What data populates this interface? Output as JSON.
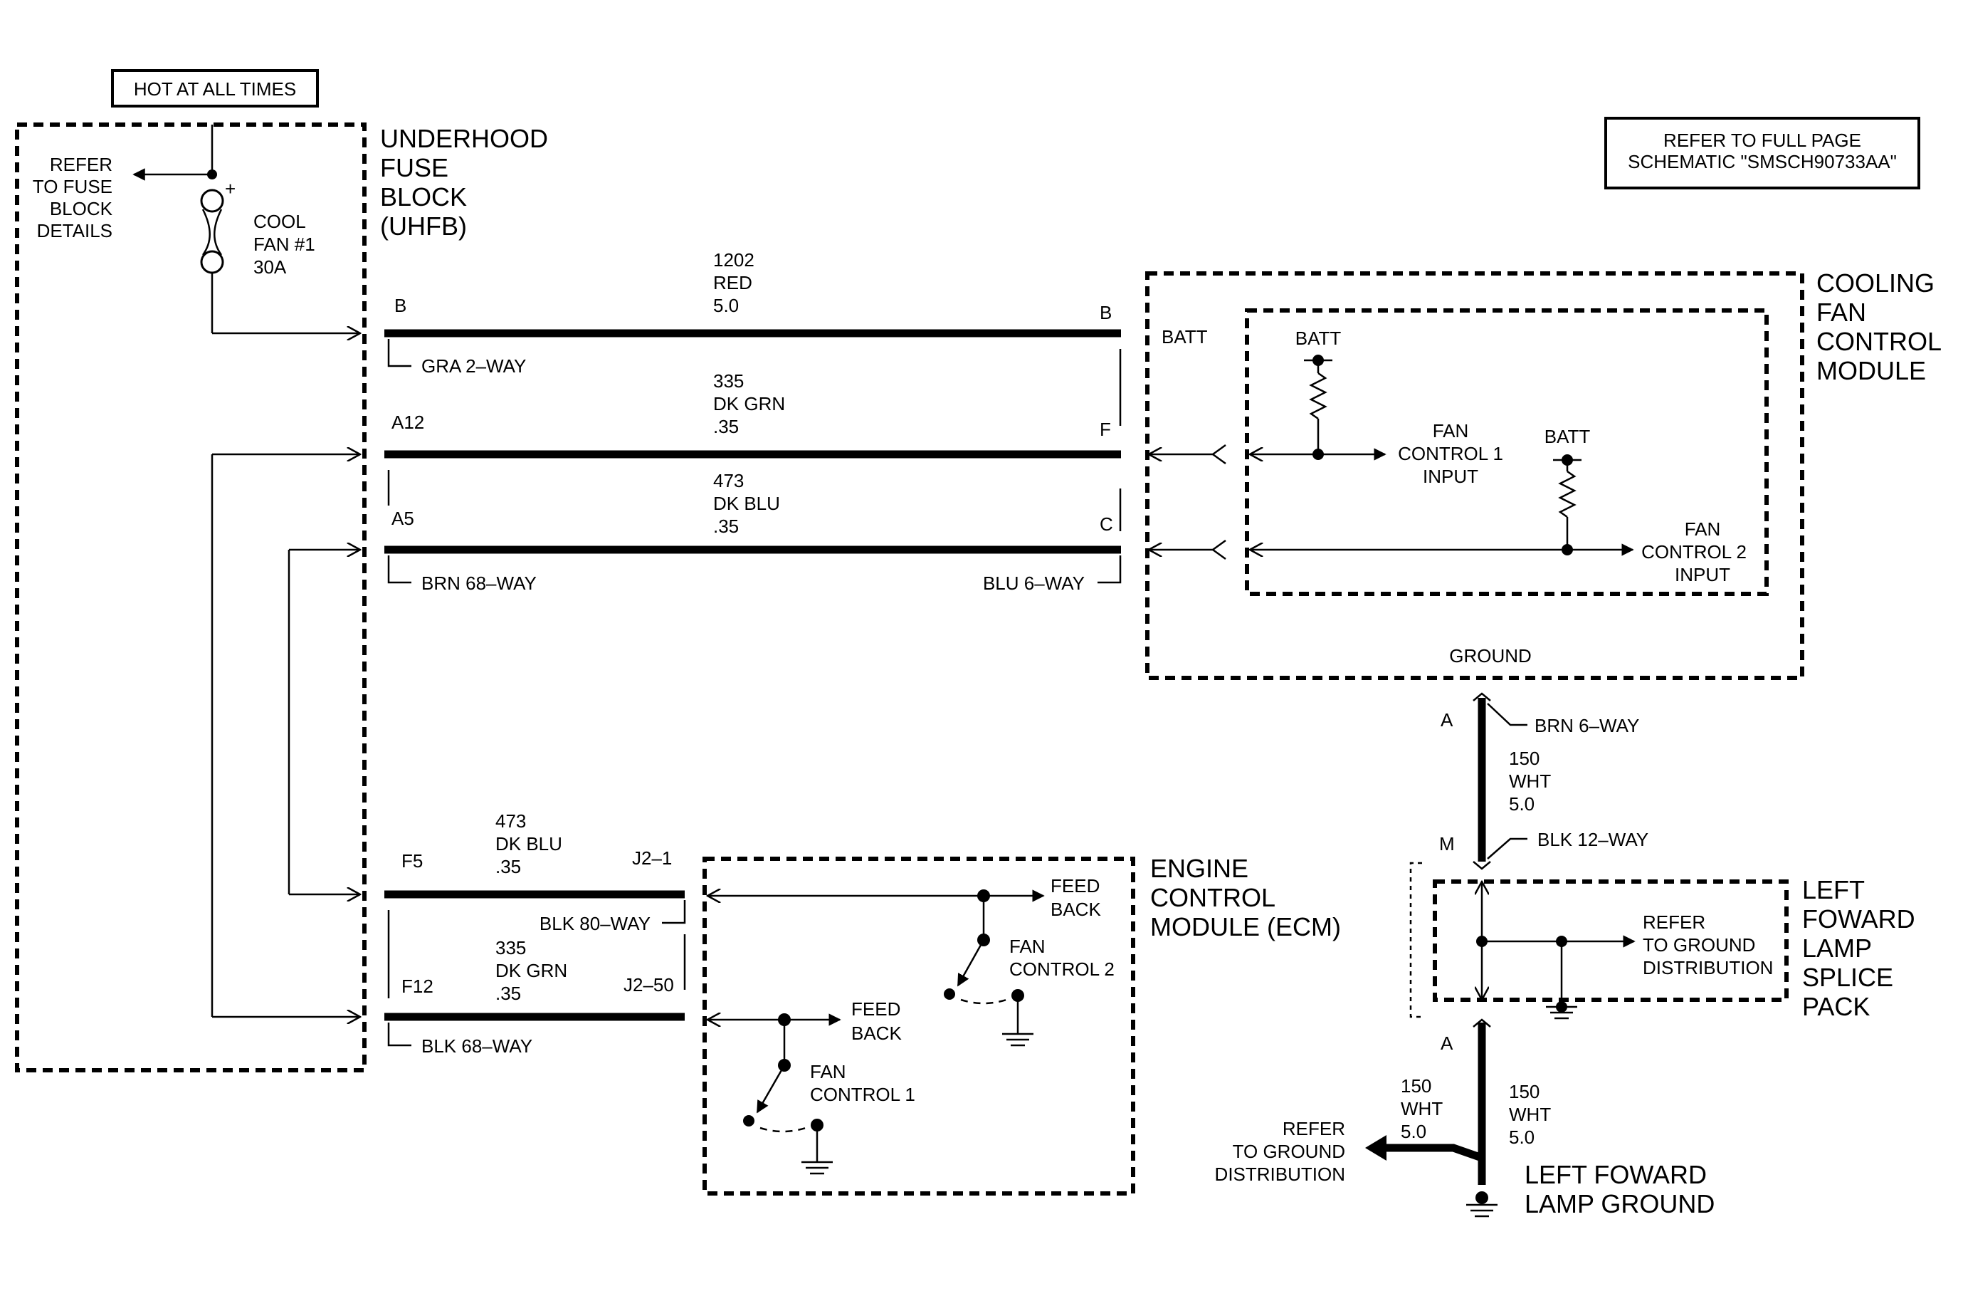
{
  "labels": {
    "hot": "HOT AT ALL TIMES",
    "refer_schematic_1": "REFER TO FULL PAGE",
    "refer_schematic_2": "SCHEMATIC \"SMSCH90733AA\"",
    "uhfb": [
      "UNDERHOOD",
      "FUSE",
      "BLOCK",
      "(UHFB)"
    ],
    "refer_fuse": [
      "REFER",
      "TO FUSE",
      "BLOCK",
      "DETAILS"
    ],
    "fuse": [
      "COOL",
      "FAN #1",
      "30A"
    ],
    "fuse_plus": "+",
    "cfcm": [
      "COOLING",
      "FAN",
      "CONTROL",
      "MODULE"
    ],
    "ecm": [
      "ENGINE",
      "CONTROL",
      "MODULE (ECM)"
    ],
    "splice": [
      "LEFT",
      "FOWARD",
      "LAMP",
      "SPLICE",
      "PACK"
    ],
    "lamp_ground": [
      "LEFT FOWARD",
      "LAMP GROUND"
    ],
    "batt": "BATT",
    "ground": "GROUND",
    "fan_ctrl_1_input": [
      "FAN",
      "CONTROL 1",
      "INPUT"
    ],
    "fan_ctrl_2_input": [
      "FAN",
      "CONTROL 2",
      "INPUT"
    ],
    "feed_back": [
      "FEED",
      "BACK"
    ],
    "fan_control_1": [
      "FAN",
      "CONTROL 1"
    ],
    "fan_control_2": [
      "FAN",
      "CONTROL 2"
    ],
    "refer_ground_1": [
      "REFER",
      "TO GROUND",
      "DISTRIBUTION"
    ],
    "refer_ground_2": [
      "REFER",
      "TO GROUND",
      "DISTRIBUTION"
    ]
  },
  "wires": [
    {
      "circuit": "1202",
      "color": "RED",
      "gauge": "5.0"
    },
    {
      "circuit": "335",
      "color": "DK GRN",
      "gauge": ".35"
    },
    {
      "circuit": "473",
      "color": "DK BLU",
      "gauge": ".35"
    },
    {
      "circuit": "473",
      "color": "DK BLU",
      "gauge": ".35"
    },
    {
      "circuit": "335",
      "color": "DK GRN",
      "gauge": ".35"
    },
    {
      "circuit": "150",
      "color": "WHT",
      "gauge": "5.0"
    },
    {
      "circuit": "150",
      "color": "WHT",
      "gauge": "5.0"
    },
    {
      "circuit": "150",
      "color": "WHT",
      "gauge": "5.0"
    }
  ],
  "pins": {
    "b_left": "B",
    "b_right": "B",
    "a12": "A12",
    "f": "F",
    "a5": "A5",
    "c": "C",
    "f5": "F5",
    "j2_1": "J2–1",
    "f12": "F12",
    "j2_50": "J2–50",
    "a_top": "A",
    "m": "M",
    "a_bottom": "A"
  },
  "connectors": {
    "gra2": "GRA 2–WAY",
    "brn68": "BRN 68–WAY",
    "blu6": "BLU 6–WAY",
    "blk80": "BLK 80–WAY",
    "blk68": "BLK 68–WAY",
    "brn6": "BRN 6–WAY",
    "blk12": "BLK 12–WAY"
  }
}
